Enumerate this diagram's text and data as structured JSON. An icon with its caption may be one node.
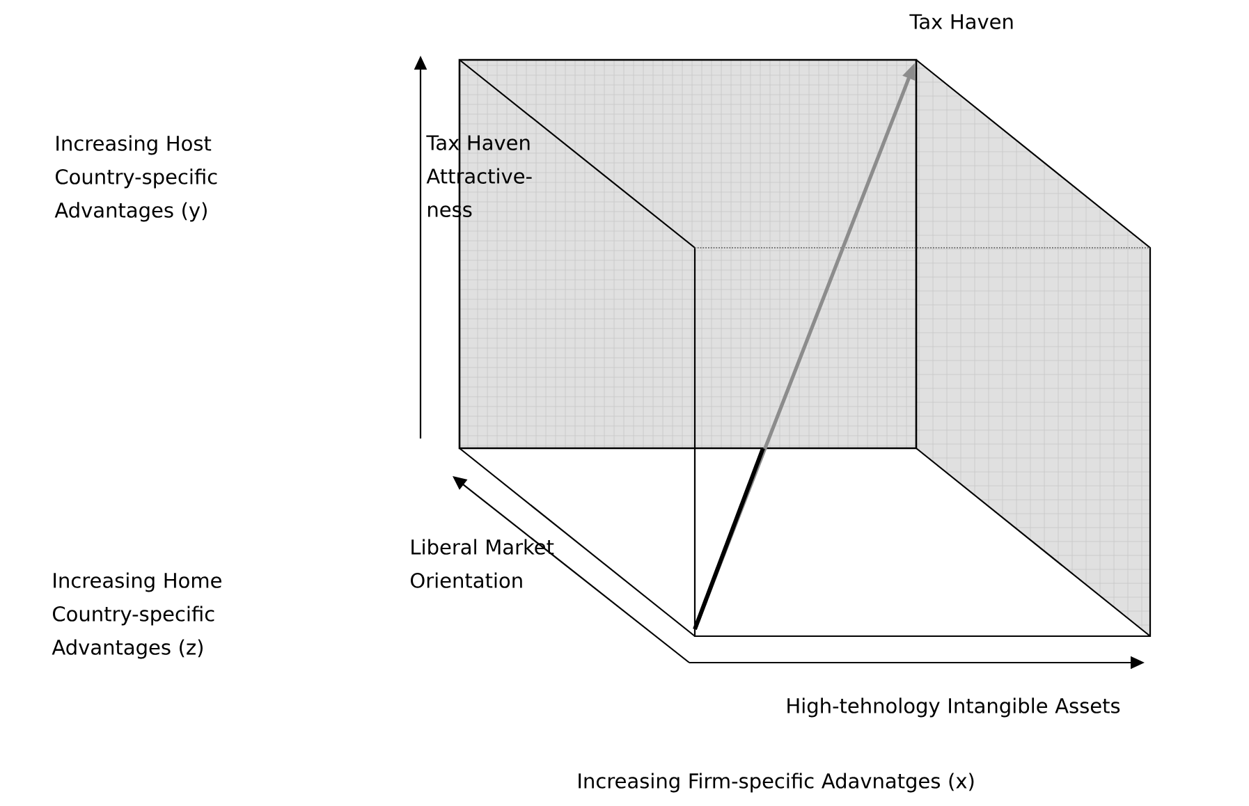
{
  "diagram": {
    "labels": [
      "Tax Haven",
      "Increasing Host Country-specific Advantages (y)",
      "Tax Haven Attractive- ness",
      "Liberal Market Orientation",
      "Increasing Home Country-specific Advantages (z)",
      "High-tehnology Intangible Assets",
      "Increasing Firm-specific Adavnatges (x)"
    ]
  }
}
